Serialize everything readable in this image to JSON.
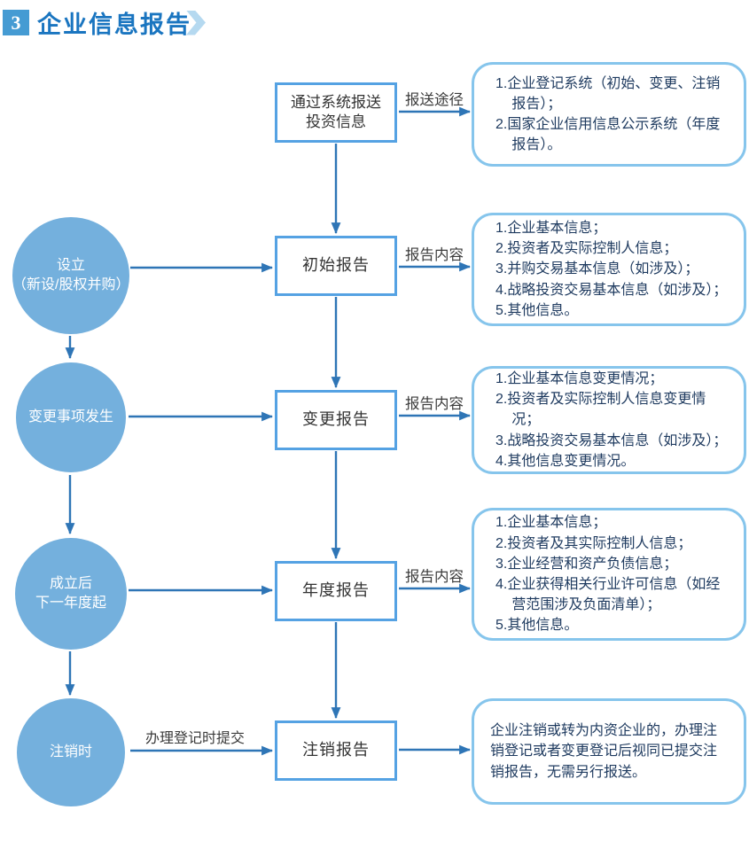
{
  "title": {
    "badge": "3",
    "text": "企业信息报告"
  },
  "top_flow": {
    "system_box": {
      "line1": "通过系统报送",
      "line2": "投资信息"
    },
    "path_label": "报送途径",
    "channels_box": {
      "items": [
        "1.企业登记系统（初始、变更、注销报告）；",
        "2.国家企业信用信息公示系统（年度报告）。"
      ]
    }
  },
  "rows": [
    {
      "trigger": {
        "lines": [
          "设立",
          "（新设/股权并购）"
        ]
      },
      "report": "初始报告",
      "arrow_label": "报告内容",
      "details": {
        "items": [
          "1.企业基本信息；",
          "2.投资者及实际控制人信息；",
          "3.并购交易基本信息（如涉及）；",
          "4.战略投资交易基本信息（如涉及）；",
          "5.其他信息。"
        ]
      }
    },
    {
      "trigger": {
        "lines": [
          "变更事项发生"
        ]
      },
      "report": "变更报告",
      "arrow_label": "报告内容",
      "details": {
        "items": [
          "1.企业基本信息变更情况；",
          "2.投资者及实际控制人信息变更情况；",
          "3.战略投资交易基本信息（如涉及）；",
          "4.其他信息变更情况。"
        ]
      }
    },
    {
      "trigger": {
        "lines": [
          "成立后",
          "下一年度起"
        ]
      },
      "report": "年度报告",
      "arrow_label": "报告内容",
      "details": {
        "items": [
          "1.企业基本信息；",
          "2.投资者及其实际控制人信息；",
          "3.企业经营和资产负债信息；",
          "4.企业获得相关行业许可信息（如经营范围涉及负面清单）；",
          "5.其他信息。"
        ]
      }
    },
    {
      "trigger": {
        "lines": [
          "注销时"
        ]
      },
      "report": "注销报告",
      "arrow_label": "办理登记时提交",
      "details": {
        "text": "企业注销或转为内资企业的，办理注销登记或者变更登记后视同已提交注销报告，无需另行报送。"
      }
    }
  ],
  "colors": {
    "accent": "#2e75b6",
    "circle": "#74b0dd",
    "circle-text": "#ffffff",
    "box-border": "#55a2e3",
    "box-text": "#333333",
    "detail-border": "#86c5ec",
    "detail-text": "#1e3a5f",
    "title": "#1a75c0",
    "badge-bg": "#459bd3",
    "chevron": "#b5d9f0",
    "label": "#3b3b3b"
  }
}
